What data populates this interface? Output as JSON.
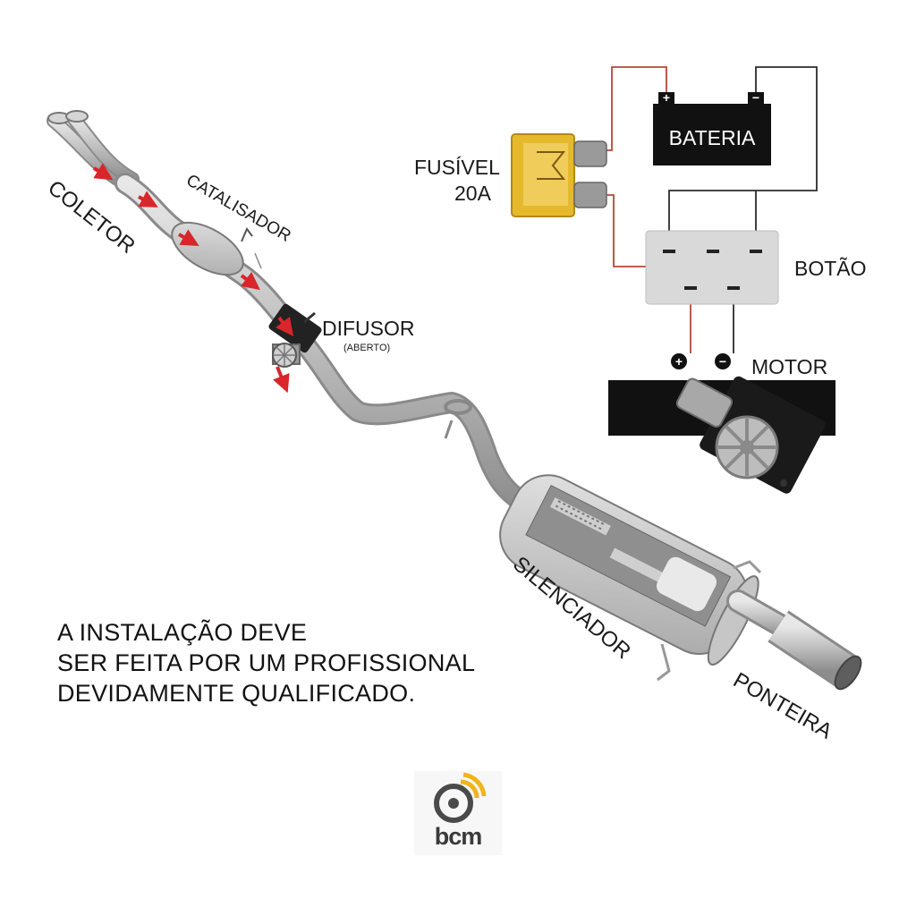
{
  "exhaust_labels": {
    "coletor": "COLETOR",
    "catalisador": "CATALISADOR",
    "difusor": "DIFUSOR",
    "difusor_state": "(ABERTO)",
    "silenciador": "SILENCIADOR",
    "ponteira": "PONTEIRA"
  },
  "circuit_labels": {
    "fusivel": "FUSÍVEL",
    "fusivel_rating": "20A",
    "bateria": "BATERIA",
    "bateria_plus": "+",
    "bateria_minus": "−",
    "botao": "BOTÃO",
    "motor": "MOTOR",
    "motor_plus": "+",
    "motor_minus": "−"
  },
  "notice": {
    "line1": "A INSTALAÇÃO DEVE",
    "line2": "SER FEITA POR UM PROFISSIONAL",
    "line3": "DEVIDAMENTE QUALIFICADO."
  },
  "logo": {
    "text": "bcm"
  },
  "colors": {
    "pipe": "#c9c9c9",
    "pipe_edge": "#8a8a8a",
    "flow_arrow": "#d8262b",
    "fuse": "#e6b92c",
    "battery": "#111111",
    "button_box": "#d9d9d9",
    "wire_positive": "#b5473a",
    "wire_negative": "#2b2b2b",
    "logo_accent": "#f0b41c",
    "logo_gray": "#4a4a4a"
  }
}
